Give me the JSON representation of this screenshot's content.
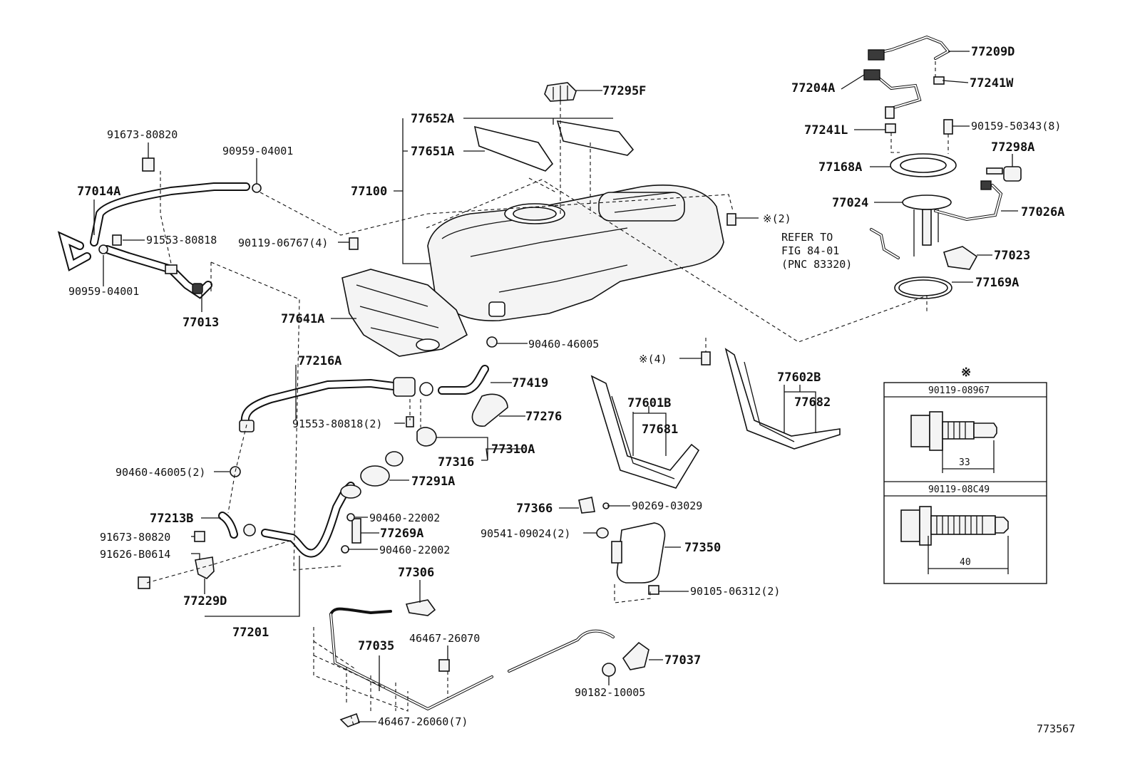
{
  "diagram_id": "773567",
  "refer_note": [
    "REFER TO",
    "FIG 84-01",
    "(PNC 83320)"
  ],
  "legend": {
    "mark": "※",
    "bolts": [
      {
        "part": "90119-08967",
        "length": "33"
      },
      {
        "part": "90119-08C49",
        "length": "40"
      }
    ]
  },
  "parts": {
    "p77295F": "77295F",
    "p77652A": "77652A",
    "p77651A": "77651A",
    "p77100": "77100",
    "p91673_80820_top": "91673-80820",
    "p90959_04001_top": "90959-04001",
    "p77014A": "77014A",
    "p91553_80818": "91553-80818",
    "p90959_04001_bot": "90959-04001",
    "p77013": "77013",
    "p90119_06767": "90119-06767(4)",
    "p77641A": "77641A",
    "p90460_46005": "90460-46005",
    "p77216A": "77216A",
    "p77419": "77419",
    "p77276": "77276",
    "p91553_80818_2": "91553-80818(2)",
    "p77310A": "77310A",
    "p77316": "77316",
    "p90460_46005_2": "90460-46005(2)",
    "p77291A": "77291A",
    "p77213B": "77213B",
    "p90460_22002_a": "90460-22002",
    "p77269A": "77269A",
    "p91673_80820_b": "91673-80820",
    "p91626_B0614": "91626-B0614",
    "p90460_22002_b": "90460-22002",
    "p77229D": "77229D",
    "p77201": "77201",
    "p77306": "77306",
    "p77035": "77035",
    "p46467_26070": "46467-26070",
    "p46467_26060": "46467-26060(7)",
    "p77209D": "77209D",
    "p77204A": "77204A",
    "p77241W": "77241W",
    "p77241L": "77241L",
    "p90159_50343": "90159-50343(8)",
    "p77168A": "77168A",
    "p77298A": "77298A",
    "p77024": "77024",
    "p77026A": "77026A",
    "p77023": "77023",
    "p77169A": "77169A",
    "p_mark2": "※(2)",
    "p_mark4": "※(4)",
    "p77602B": "77602B",
    "p77682": "77682",
    "p77601B": "77601B",
    "p77681": "77681",
    "p77366": "77366",
    "p90269_03029": "90269-03029",
    "p90541_09024": "90541-09024(2)",
    "p77350": "77350",
    "p90105_06312": "90105-06312(2)",
    "p77037": "77037",
    "p90182_10005": "90182-10005"
  }
}
